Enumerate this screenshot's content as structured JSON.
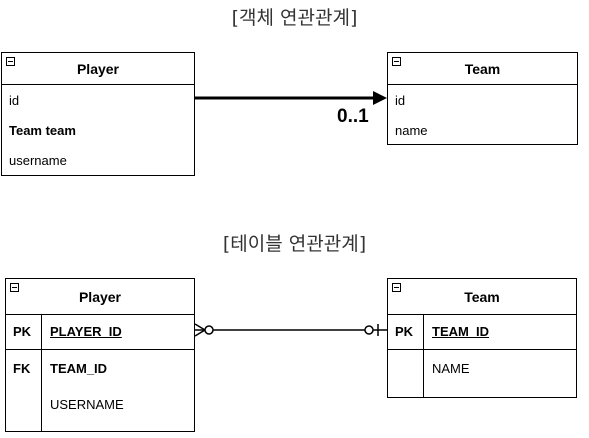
{
  "object_section": {
    "title": "[객체 연관관계]",
    "player": {
      "header": "Player",
      "fields": [
        "id",
        "Team team",
        "username"
      ]
    },
    "team": {
      "header": "Team",
      "fields": [
        "id",
        "name"
      ]
    },
    "multiplicity": "0..1"
  },
  "table_section": {
    "title": "[테이블 연관관계]",
    "player": {
      "header": "Player",
      "pk_key": "PK",
      "pk_field": "PLAYER_ID",
      "fk_key": "FK",
      "fk_field": "TEAM_ID",
      "other_field": "USERNAME"
    },
    "team": {
      "header": "Team",
      "pk_key": "PK",
      "pk_field": "TEAM_ID",
      "other_field": "NAME"
    }
  }
}
